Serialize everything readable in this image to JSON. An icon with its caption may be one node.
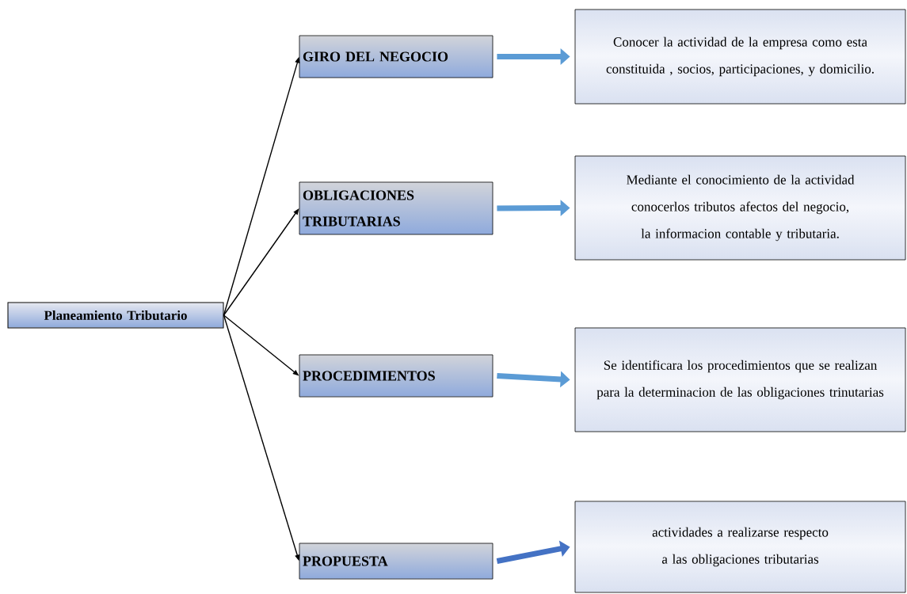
{
  "diagram": {
    "nodes": [
      {
        "text": [
          "Planeamiento Tributario"
        ]
      },
      {
        "text": [
          "GIRO DEL NEGOCIO"
        ]
      },
      {
        "text": [
          "OBLIGACIONES TRIBUTARIAS"
        ]
      },
      {
        "text": [
          "PROCEDIMIENTOS"
        ]
      },
      {
        "text": [
          "PROPUESTA"
        ]
      },
      {
        "text": [
          "Conocer la actividad de la empresa como esta constituida , socios, participaciones, y domicilio."
        ]
      },
      {
        "text": [
          "Mediante el conocimiento de la actividad conocerlos tributos afectos del negocio, la informacion contable y tributaria."
        ]
      },
      {
        "text": [
          "Se identificara los procedimientos que se realizan para la determinacion de las obligaciones trinutarias"
        ]
      },
      {
        "text": [
          "actividades a realizarse respecto a las obligaciones tributarias"
        ]
      }
    ],
    "edges": [
      {
        "from": 0,
        "to": 1,
        "arrow": "to"
      },
      {
        "from": 0,
        "to": 2,
        "arrow": "to"
      },
      {
        "from": 0,
        "to": 3,
        "arrow": "to"
      },
      {
        "from": 0,
        "to": 4,
        "arrow": "to"
      },
      {
        "from": 1,
        "to": 5,
        "arrow": "to",
        "style": "thick",
        "color": "#5b9bd5"
      },
      {
        "from": 2,
        "to": 6,
        "arrow": "to",
        "style": "thick",
        "color": "#5b9bd5"
      },
      {
        "from": 3,
        "to": 7,
        "arrow": "to",
        "style": "thick",
        "color": "#5b9bd5"
      },
      {
        "from": 4,
        "to": 8,
        "arrow": "to",
        "style": "thick",
        "color": "#4472c4"
      }
    ]
  }
}
